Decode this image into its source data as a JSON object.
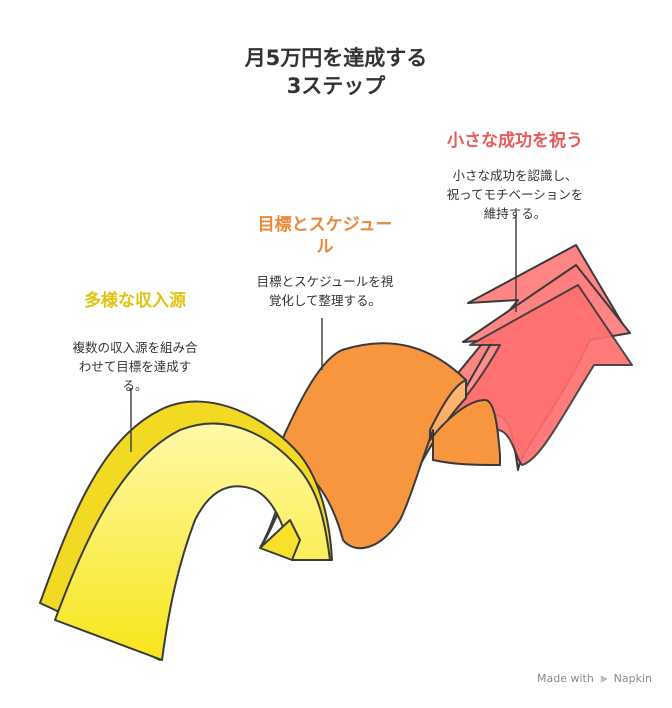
{
  "title": {
    "line1": "月5万円を達成する",
    "line2": "3ステップ"
  },
  "colors": {
    "step1": "#e0c40f",
    "step2": "#e8893a",
    "step3": "#e85a5a",
    "text": "#333333"
  },
  "steps": [
    {
      "title": "多様な収入源",
      "desc": [
        "複数の収入源を組み合",
        "わせて目標を達成す",
        "る。"
      ]
    },
    {
      "title": [
        "目標とスケジュー",
        "ル"
      ],
      "desc": [
        "目標とスケジュールを視",
        "覚化して整理する。"
      ]
    },
    {
      "title": "小さな成功を祝う",
      "desc": [
        "小さな成功を認識し、",
        "祝ってモチベーションを",
        "維持する。"
      ]
    }
  ],
  "branding": {
    "text": "Made with",
    "brand": "Napkin",
    "icon": "napkin-logo-icon"
  }
}
